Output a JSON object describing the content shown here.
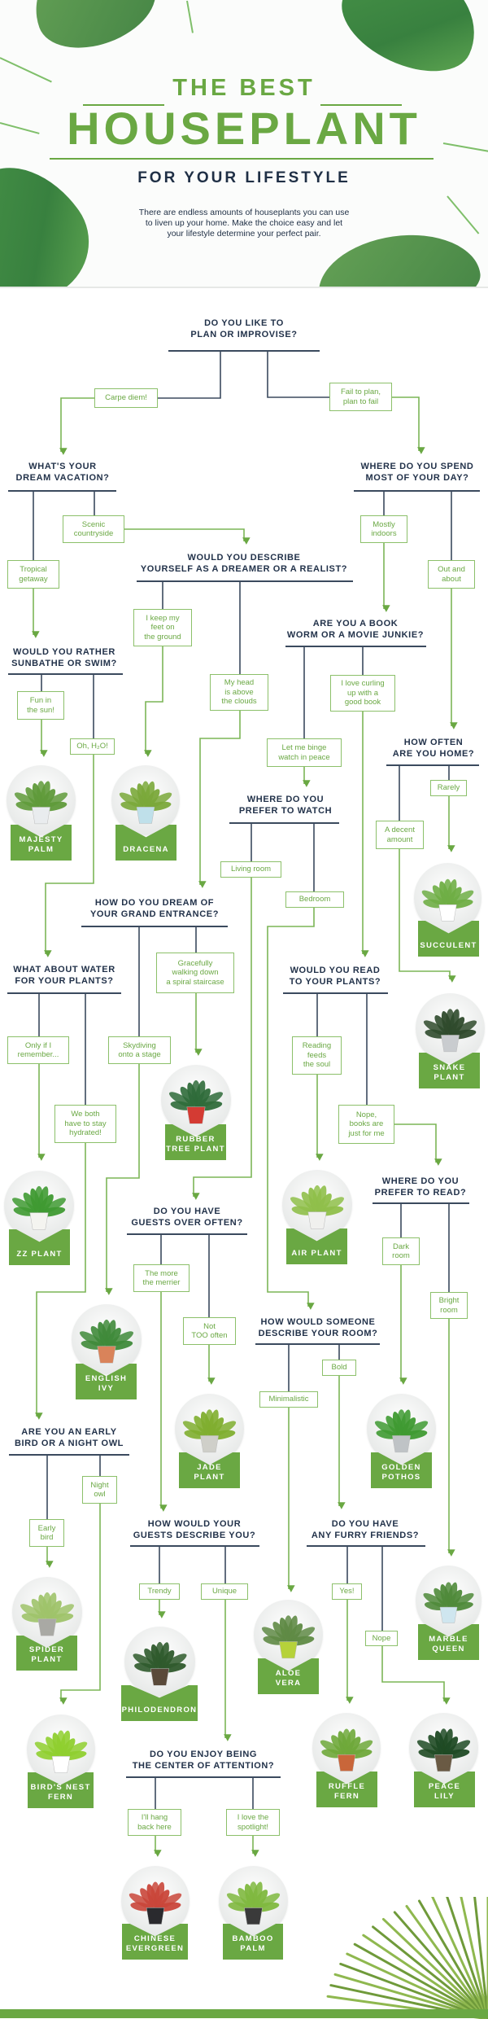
{
  "header": {
    "title_top": "THE BEST",
    "title_main": "HOUSEPLANT",
    "title_sub": "FOR YOUR LIFESTYLE",
    "intro": "There are endless amounts of houseplants you can use\nto liven up your home. Make the choice easy and let\nyour lifestyle determine your perfect pair."
  },
  "colors": {
    "accent": "#6aa843",
    "navy": "#22324a",
    "line": "#3b4a5e"
  },
  "questions": [
    "DO YOU LIKE TO\nPLAN OR IMPROVISE?",
    "WHAT'S YOUR\nDREAM VACATION?",
    "WHERE DO YOU SPEND\nMOST OF YOUR DAY?",
    "WOULD YOU DESCRIBE\nYOURSELF AS A DREAMER OR A REALIST?",
    "ARE YOU A BOOK\nWORM OR A MOVIE JUNKIE?",
    "WOULD YOU RATHER\nSUNBATHE OR SWIM?",
    "WHERE DO YOU\nPREFER TO WATCH",
    "HOW OFTEN\nARE YOU HOME?",
    "HOW DO YOU DREAM OF\nYOUR GRAND ENTRANCE?",
    "WHAT ABOUT WATER\nFOR YOUR PLANTS?",
    "WOULD YOU READ\nTO YOUR PLANTS?",
    "WHERE DO YOU\nPREFER TO READ?",
    "DO YOU HAVE\nGUESTS OVER OFTEN?",
    "HOW WOULD SOMEONE\nDESCRIBE YOUR ROOM?",
    "ARE YOU AN EARLY\nBIRD OR A NIGHT OWL",
    "HOW WOULD YOUR\nGUESTS DESCRIBE YOU?",
    "DO YOU HAVE\nANY FURRY FRIENDS?",
    "DO YOU ENJOY BEING\nTHE CENTER OF ATTENTION?"
  ],
  "answers": [
    "Carpe diem!",
    "Fail to plan,\nplan to fail",
    "Tropical\ngetaway",
    "Scenic\ncountryside",
    "Mostly\nindoors",
    "Out and\nabout",
    "I keep my\nfeet on\nthe ground",
    "My head\nis above\nthe clouds",
    "Let me binge\nwatch in peace",
    "I love curling\nup with a\ngood book",
    "Fun in\nthe sun!",
    "Oh, H₂O!",
    "Living room",
    "Bedroom",
    "A decent\namount",
    "Rarely",
    "Skydiving\nonto a stage",
    "Gracefully\nwalking down\na spiral staircase",
    "Only if I\nremember...",
    "We both\nhave to stay\nhydrated!",
    "Reading\nfeeds\nthe soul",
    "Nope,\nbooks are\njust for me",
    "Dark\nroom",
    "Bright\nroom",
    "The more\nthe merrier",
    "Not\nTOO often",
    "Minimalistic",
    "Bold",
    "Early\nbird",
    "Night\nowl",
    "Trendy",
    "Unique",
    "Yes!",
    "Nope",
    "I'll hang\nback here",
    "I love the\nspotlight!"
  ],
  "plants": [
    {
      "name": "MAJESTY\nPALM",
      "pot": "#e9ecee",
      "leaf": "#5f9a3a"
    },
    {
      "name": "DRACENA",
      "pot": "#bfe0ea",
      "leaf": "#7aa83a"
    },
    {
      "name": "SUCCULENT",
      "pot": "#ffffff",
      "leaf": "#6fae45"
    },
    {
      "name": "RUBBER\nTREE PLANT",
      "pot": "#d43b33",
      "leaf": "#2f6b3a"
    },
    {
      "name": "ZZ PLANT",
      "pot": "#f4f4f0",
      "leaf": "#3f9a32"
    },
    {
      "name": "AIR PLANT",
      "pot": "#f0f0ee",
      "leaf": "#8fbf4a"
    },
    {
      "name": "SNAKE\nPLANT",
      "pot": "#c9cccf",
      "leaf": "#2f4a2c"
    },
    {
      "name": "ENGLISH\nIVY",
      "pot": "#d9835a",
      "leaf": "#3f8a3a"
    },
    {
      "name": "JADE\nPLANT",
      "pot": "#cfcfc9",
      "leaf": "#7fae2f"
    },
    {
      "name": "GOLDEN\nPOTHOS",
      "pot": "#bfc3c6",
      "leaf": "#3f9a32"
    },
    {
      "name": "SPIDER\nPLANT",
      "pot": "#a9a9a4",
      "leaf": "#9fc36a"
    },
    {
      "name": "PHILODENDRON",
      "pot": "#5a4a3a",
      "leaf": "#2f5a2c"
    },
    {
      "name": "ALOE\nVERA",
      "pot": "#b6d23a",
      "leaf": "#5f8a45"
    },
    {
      "name": "MARBLE\nQUEEN",
      "pot": "#cfe6ef",
      "leaf": "#4f8a3a"
    },
    {
      "name": "BIRD'S NEST\nFERN",
      "pot": "#ffffff",
      "leaf": "#8fcf2f"
    },
    {
      "name": "RUFFLE\nFERN",
      "pot": "#c9663a",
      "leaf": "#6fa83a"
    },
    {
      "name": "PEACE\nLILY",
      "pot": "#6a5a44",
      "leaf": "#1f4a24"
    },
    {
      "name": "CHINESE\nEVERGREEN",
      "pot": "#2a2a2e",
      "leaf": "#c9463a"
    },
    {
      "name": "BAMBOO\nPALM",
      "pot": "#3a3a3a",
      "leaf": "#7fb83f"
    }
  ]
}
